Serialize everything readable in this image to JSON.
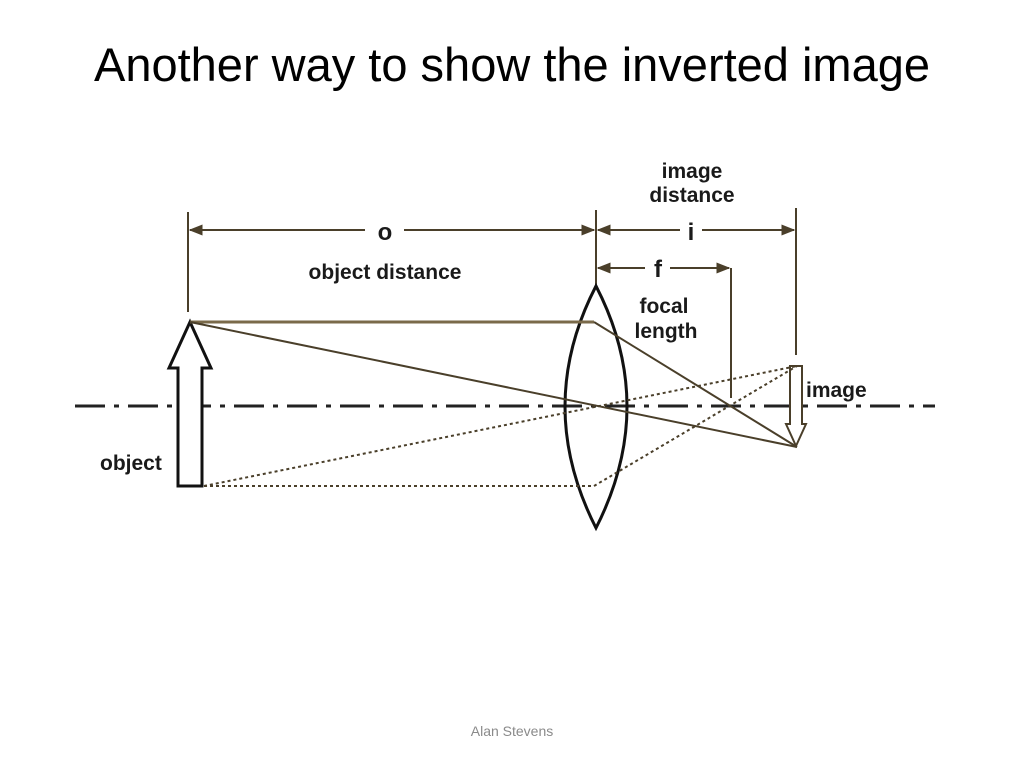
{
  "slide": {
    "title": "Another way to show the inverted image",
    "footer": "Alan Stevens"
  },
  "diagram": {
    "labels": {
      "object_distance_symbol": "o",
      "object_distance": "object distance",
      "image_distance_line1": "image",
      "image_distance_line2": "distance",
      "image_distance_symbol": "i",
      "focal_symbol": "f",
      "focal_length_line1": "focal",
      "focal_length_line2": "length",
      "image": "image",
      "object": "object"
    },
    "colors": {
      "line": "#4a3f2a",
      "text": "#1a1a1a"
    }
  }
}
